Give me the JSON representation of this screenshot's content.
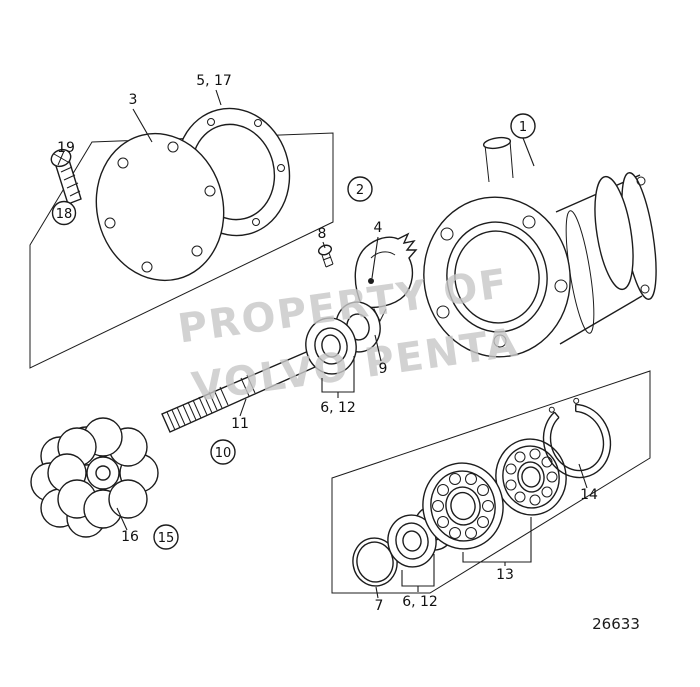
{
  "diagram": {
    "drawing_number": "26633",
    "watermark_line1": "PROPERTY OF",
    "watermark_line2": "VOLVO PENTA",
    "callouts": {
      "n1": "1",
      "n2": "2",
      "n3": "3",
      "n4": "4",
      "n5_17": "5, 17",
      "n6_12": "6, 12",
      "n7": "7",
      "n8": "8",
      "n9": "9",
      "n10": "10",
      "n11": "11",
      "n13": "13",
      "n14": "14",
      "n15": "15",
      "n16": "16",
      "n18": "18",
      "n19": "19"
    }
  }
}
